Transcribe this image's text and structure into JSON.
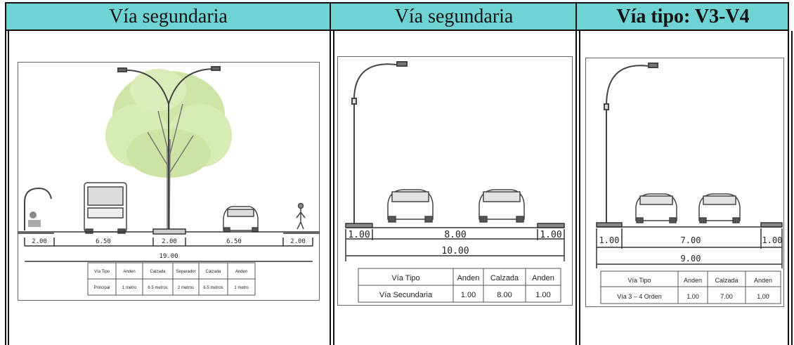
{
  "headers": [
    "Vía segundaria",
    "Vía segundaria",
    "Vía tipo: V3-V4"
  ],
  "panel1": {
    "dims": [
      "2.00",
      "6.50",
      "2.00",
      "6.50",
      "2.00"
    ],
    "total": "19.00",
    "table": {
      "headers": [
        "Vía Tipo",
        "Anden",
        "Calzada",
        "Separador",
        "Calzada",
        "Anden"
      ],
      "row": [
        "Principal",
        "1 metro",
        "6.5 metros",
        "2 metros",
        "6.5 metros",
        "1 metro"
      ]
    }
  },
  "panel2": {
    "dims": [
      "1.00",
      "8.00",
      "1.00"
    ],
    "total": "10.00",
    "table": {
      "headers": [
        "Vía Tipo",
        "Anden",
        "Calzada",
        "Anden"
      ],
      "row": [
        "Vía Secundaria",
        "1.00",
        "8.00",
        "1.00"
      ]
    }
  },
  "panel3": {
    "dims": [
      "1.00",
      "7.00",
      "1.00"
    ],
    "total": "9.00",
    "table": {
      "headers": [
        "Vía Tipo",
        "Anden",
        "Calzada",
        "Anden"
      ],
      "row": [
        "Vía 3 – 4 Orden",
        "1.00",
        "7.00",
        "1.00"
      ]
    }
  },
  "colors": {
    "header_bg": "#6fd3d3",
    "tree": "#c9e2a2",
    "line": "#222222"
  }
}
